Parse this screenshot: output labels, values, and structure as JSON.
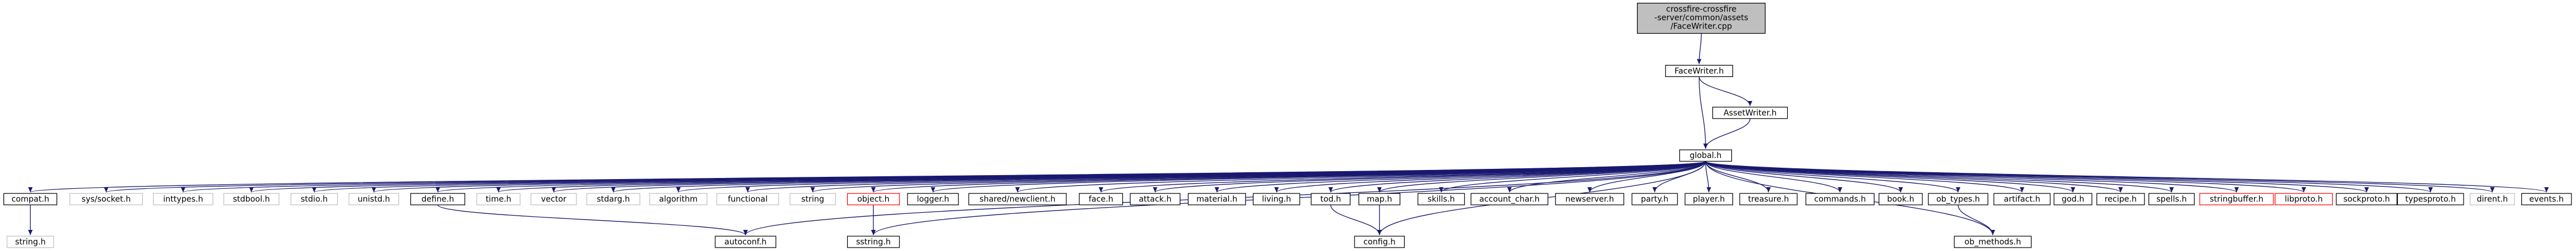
{
  "graph": {
    "colors": {
      "edge": "#191970",
      "node_border": "#000000",
      "missing_border": "#bfbfbf",
      "unresolved_border": "#ff0000",
      "root_fill": "#bfbfbf",
      "node_fill": "#ffffff"
    },
    "nodes": {
      "root": {
        "lines": [
          "crossfire-crossfire",
          "-server/common/assets",
          "/FaceWriter.cpp"
        ],
        "kind": "root"
      },
      "facewriter": {
        "lines": [
          "FaceWriter.h"
        ],
        "kind": "normal"
      },
      "assetwriter": {
        "lines": [
          "AssetWriter.h"
        ],
        "kind": "normal"
      },
      "global": {
        "lines": [
          "global.h"
        ],
        "kind": "normal"
      },
      "compat": {
        "lines": [
          "compat.h"
        ],
        "kind": "normal"
      },
      "string_h": {
        "lines": [
          "string.h"
        ],
        "kind": "missing"
      },
      "sys_socket": {
        "lines": [
          "sys/socket.h"
        ],
        "kind": "missing"
      },
      "inttypes": {
        "lines": [
          "inttypes.h"
        ],
        "kind": "missing"
      },
      "stdbool": {
        "lines": [
          "stdbool.h"
        ],
        "kind": "missing"
      },
      "stdio": {
        "lines": [
          "stdio.h"
        ],
        "kind": "missing"
      },
      "unistd": {
        "lines": [
          "unistd.h"
        ],
        "kind": "missing"
      },
      "define": {
        "lines": [
          "define.h"
        ],
        "kind": "normal"
      },
      "time": {
        "lines": [
          "time.h"
        ],
        "kind": "missing"
      },
      "vector": {
        "lines": [
          "vector"
        ],
        "kind": "missing"
      },
      "stdarg": {
        "lines": [
          "stdarg.h"
        ],
        "kind": "missing"
      },
      "algorithm": {
        "lines": [
          "algorithm"
        ],
        "kind": "missing"
      },
      "functional": {
        "lines": [
          "functional"
        ],
        "kind": "missing"
      },
      "string": {
        "lines": [
          "string"
        ],
        "kind": "missing"
      },
      "object": {
        "lines": [
          "object.h"
        ],
        "kind": "unresolved"
      },
      "logger": {
        "lines": [
          "logger.h"
        ],
        "kind": "normal"
      },
      "newclient": {
        "lines": [
          "shared/newclient.h"
        ],
        "kind": "normal"
      },
      "face": {
        "lines": [
          "face.h"
        ],
        "kind": "normal"
      },
      "attack": {
        "lines": [
          "attack.h"
        ],
        "kind": "normal"
      },
      "material": {
        "lines": [
          "material.h"
        ],
        "kind": "normal"
      },
      "living": {
        "lines": [
          "living.h"
        ],
        "kind": "normal"
      },
      "tod": {
        "lines": [
          "tod.h"
        ],
        "kind": "normal"
      },
      "map": {
        "lines": [
          "map.h"
        ],
        "kind": "normal"
      },
      "skills": {
        "lines": [
          "skills.h"
        ],
        "kind": "normal"
      },
      "account_char": {
        "lines": [
          "account_char.h"
        ],
        "kind": "normal"
      },
      "newserver": {
        "lines": [
          "newserver.h"
        ],
        "kind": "normal"
      },
      "party": {
        "lines": [
          "party.h"
        ],
        "kind": "normal"
      },
      "player": {
        "lines": [
          "player.h"
        ],
        "kind": "normal"
      },
      "treasure": {
        "lines": [
          "treasure.h"
        ],
        "kind": "normal"
      },
      "commands": {
        "lines": [
          "commands.h"
        ],
        "kind": "normal"
      },
      "book": {
        "lines": [
          "book.h"
        ],
        "kind": "normal"
      },
      "ob_types": {
        "lines": [
          "ob_types.h"
        ],
        "kind": "normal"
      },
      "artifact": {
        "lines": [
          "artifact.h"
        ],
        "kind": "normal"
      },
      "god": {
        "lines": [
          "god.h"
        ],
        "kind": "normal"
      },
      "recipe": {
        "lines": [
          "recipe.h"
        ],
        "kind": "normal"
      },
      "spells": {
        "lines": [
          "spells.h"
        ],
        "kind": "normal"
      },
      "stringbuffer": {
        "lines": [
          "stringbuffer.h"
        ],
        "kind": "unresolved"
      },
      "libproto": {
        "lines": [
          "libproto.h"
        ],
        "kind": "unresolved"
      },
      "sockproto": {
        "lines": [
          "sockproto.h"
        ],
        "kind": "normal"
      },
      "typesproto": {
        "lines": [
          "typesproto.h"
        ],
        "kind": "normal"
      },
      "dirent": {
        "lines": [
          "dirent.h"
        ],
        "kind": "missing"
      },
      "events": {
        "lines": [
          "events.h"
        ],
        "kind": "normal"
      },
      "autoconf": {
        "lines": [
          "autoconf.h"
        ],
        "kind": "normal"
      },
      "sstring": {
        "lines": [
          "sstring.h"
        ],
        "kind": "normal"
      },
      "config": {
        "lines": [
          "config.h"
        ],
        "kind": "normal"
      },
      "ob_methods": {
        "lines": [
          "ob_methods.h"
        ],
        "kind": "normal"
      }
    },
    "edges": [
      [
        "root",
        "facewriter"
      ],
      [
        "facewriter",
        "assetwriter"
      ],
      [
        "facewriter",
        "global"
      ],
      [
        "assetwriter",
        "global"
      ],
      [
        "global",
        "compat"
      ],
      [
        "global",
        "sys_socket"
      ],
      [
        "global",
        "inttypes"
      ],
      [
        "global",
        "stdbool"
      ],
      [
        "global",
        "stdio"
      ],
      [
        "global",
        "unistd"
      ],
      [
        "global",
        "define"
      ],
      [
        "global",
        "time"
      ],
      [
        "global",
        "vector"
      ],
      [
        "global",
        "stdarg"
      ],
      [
        "global",
        "algorithm"
      ],
      [
        "global",
        "functional"
      ],
      [
        "global",
        "string"
      ],
      [
        "global",
        "object"
      ],
      [
        "global",
        "logger"
      ],
      [
        "global",
        "newclient"
      ],
      [
        "global",
        "face"
      ],
      [
        "global",
        "attack"
      ],
      [
        "global",
        "material"
      ],
      [
        "global",
        "living"
      ],
      [
        "global",
        "tod"
      ],
      [
        "global",
        "map"
      ],
      [
        "global",
        "skills"
      ],
      [
        "global",
        "account_char"
      ],
      [
        "global",
        "newserver"
      ],
      [
        "global",
        "party"
      ],
      [
        "global",
        "player"
      ],
      [
        "global",
        "treasure"
      ],
      [
        "global",
        "commands"
      ],
      [
        "global",
        "book"
      ],
      [
        "global",
        "ob_types"
      ],
      [
        "global",
        "artifact"
      ],
      [
        "global",
        "god"
      ],
      [
        "global",
        "recipe"
      ],
      [
        "global",
        "spells"
      ],
      [
        "global",
        "stringbuffer"
      ],
      [
        "global",
        "libproto"
      ],
      [
        "global",
        "sockproto"
      ],
      [
        "global",
        "typesproto"
      ],
      [
        "global",
        "dirent"
      ],
      [
        "global",
        "events"
      ],
      [
        "global",
        "autoconf"
      ],
      [
        "global",
        "sstring"
      ],
      [
        "global",
        "config"
      ],
      [
        "global",
        "ob_methods"
      ],
      [
        "compat",
        "string_h"
      ],
      [
        "define",
        "autoconf"
      ],
      [
        "object",
        "sstring"
      ],
      [
        "tod",
        "config"
      ],
      [
        "map",
        "config"
      ],
      [
        "ob_types",
        "ob_methods"
      ]
    ]
  }
}
